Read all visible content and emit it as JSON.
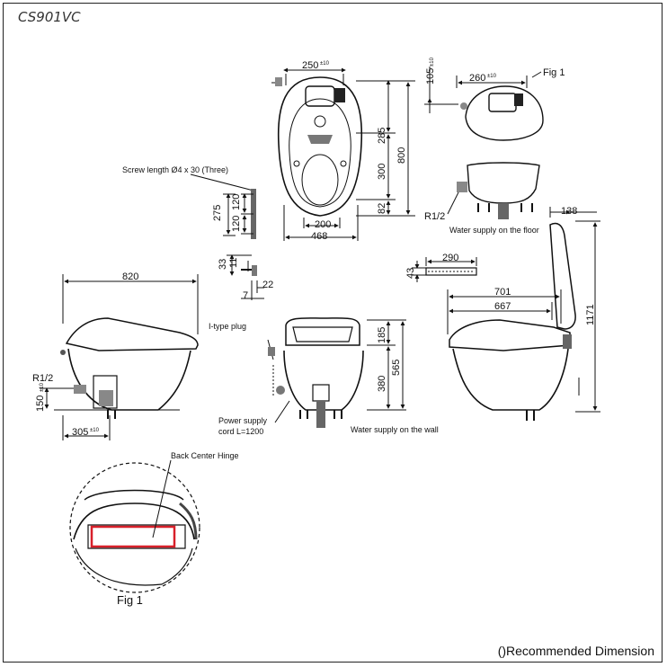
{
  "model": "CS901VC",
  "footnote": "()Recommended Dimension",
  "top_view": {
    "width_top": "250",
    "width_top_tol": "±10",
    "d285": "285",
    "d300": "300",
    "d800": "800",
    "d82": "82",
    "d200": "200",
    "d468": "468"
  },
  "screw": {
    "label": "Screw length Ø4 x 30 (Three)",
    "d275": "275",
    "d120a": "120",
    "d120b": "120",
    "d33": "33",
    "d11": "11",
    "d22": "22",
    "d7": "7"
  },
  "floor_view": {
    "d105": "105",
    "d105_tol": "±10",
    "d260": "260",
    "d260_tol": "±10",
    "fig_ref": "Fig 1",
    "r12": "R1/2",
    "caption": "Water supply on the floor"
  },
  "side_view": {
    "d820": "820",
    "r12": "R1/2",
    "d150": "150",
    "d150_tol": "±10",
    "d305": "305",
    "d305_tol": "±10"
  },
  "front_view": {
    "plug_label": "I-type plug",
    "d185": "185",
    "d380": "380",
    "d565": "565",
    "cord_label_1": "Power supply",
    "cord_label_2": "cord L=1200",
    "caption": "Water supply on the wall"
  },
  "bar": {
    "d43": "43",
    "d290": "290"
  },
  "open_view": {
    "d138": "138",
    "d701": "701",
    "d667": "667",
    "d1171": "1171"
  },
  "detail": {
    "label": "Back Center Hinge",
    "fig_label": "Fig 1",
    "highlight_color": "#d8202a"
  }
}
